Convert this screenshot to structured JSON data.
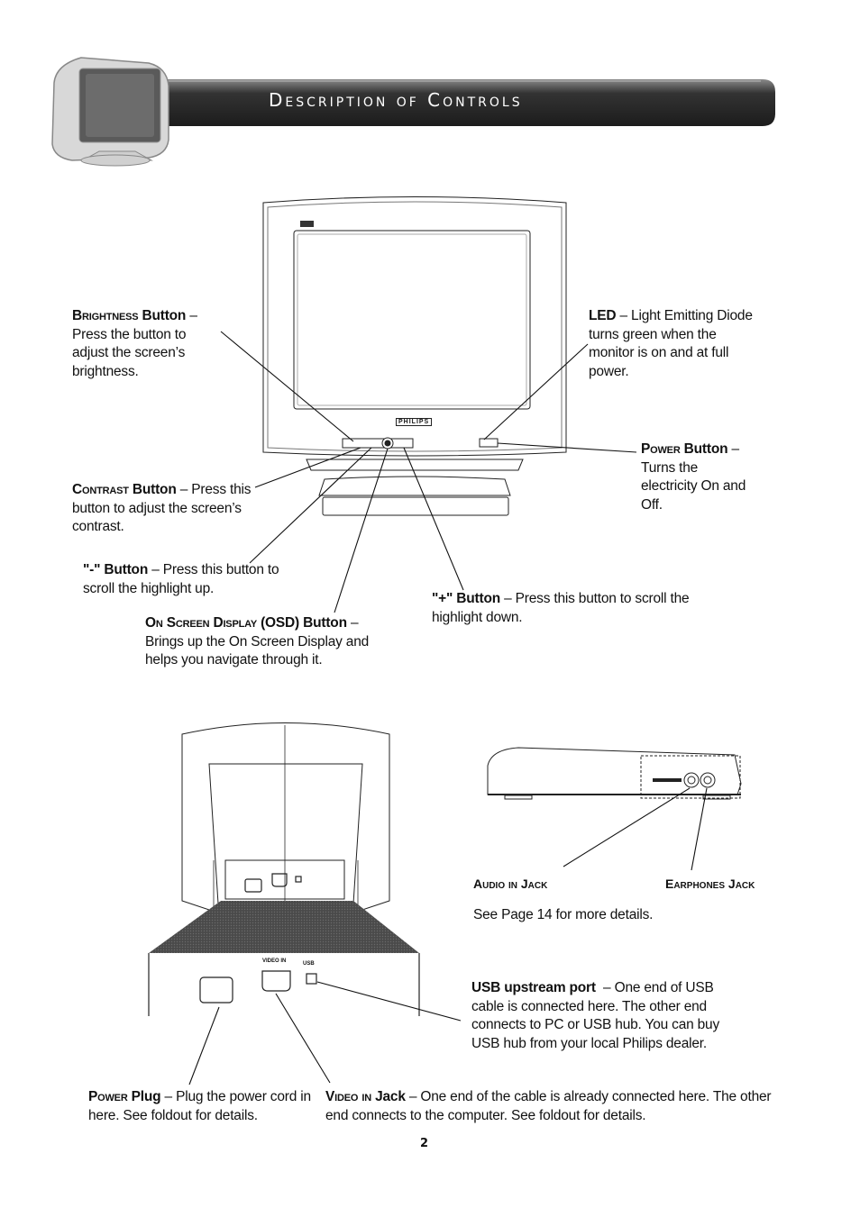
{
  "header": {
    "title": "Description of Controls"
  },
  "diagram_labels": {
    "brand": "PHILIPS",
    "video_in_port": "VIDEO IN",
    "usb_port": "USB"
  },
  "callouts": {
    "brightness": {
      "name": "Brightness",
      "term": "Button",
      "desc": " – Press the button to adjust the screen’s brightness."
    },
    "led": {
      "term": "LED",
      "desc": " – Light Emitting Diode turns green when the monitor is on and at full power."
    },
    "power_button": {
      "name": "Power",
      "term": "Button",
      "desc": " – Turns the electricity On and Off."
    },
    "contrast": {
      "name": "Contrast",
      "term": "Button",
      "desc": " – Press this button to adjust the screen’s contrast."
    },
    "minus": {
      "term": "\"-\" Button",
      "desc": " – Press this button to scroll the highlight up."
    },
    "osd": {
      "name": "On Screen Display",
      "term": "(OSD) Button",
      "desc": " – Brings up the On Screen Display and helps you navigate through it."
    },
    "plus": {
      "term": "\"+\" Button",
      "desc": " – Press this button to scroll the highlight down."
    },
    "audio_in": {
      "label": "Audio in Jack"
    },
    "earphones": {
      "label": "Earphones Jack"
    },
    "see_page": {
      "text": "See Page 14 for more details."
    },
    "usb": {
      "term": "USB upstream port",
      "desc": "  – One end of USB cable is connected here. The other end connects to PC or USB hub. You can buy USB hub from your local Philips dealer."
    },
    "power_plug": {
      "name": "Power",
      "term": "Plug",
      "desc": " – Plug the power cord in here. See foldout for details."
    },
    "video_in": {
      "name": "Video in",
      "term": "Jack",
      "desc": " – One end of the cable is already connected here. The other end connects to the computer. See foldout for details."
    }
  },
  "page_number": "2"
}
